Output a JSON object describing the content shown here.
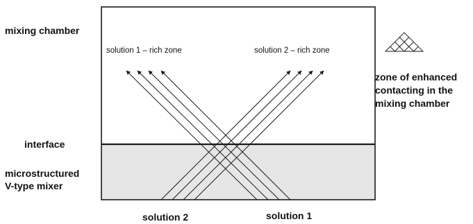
{
  "labels": {
    "mixing_chamber": "mixing chamber",
    "interface": "interface",
    "mixer_line1": "microstructured",
    "mixer_line2": "V-type mixer",
    "solution_2_bottom": "solution 2",
    "solution_1_bottom": "solution 1",
    "zone_solution_1": "solution 1 – rich zone",
    "zone_solution_2": "solution 2 – rich zone",
    "legend_line1": "zone of enhanced",
    "legend_line2": "contacting in the",
    "legend_line3": "mixing chamber"
  },
  "colors": {
    "stroke": "#1a1a1a",
    "mixer_fill": "#e6e6e6",
    "chamber_fill": "#ffffff"
  }
}
